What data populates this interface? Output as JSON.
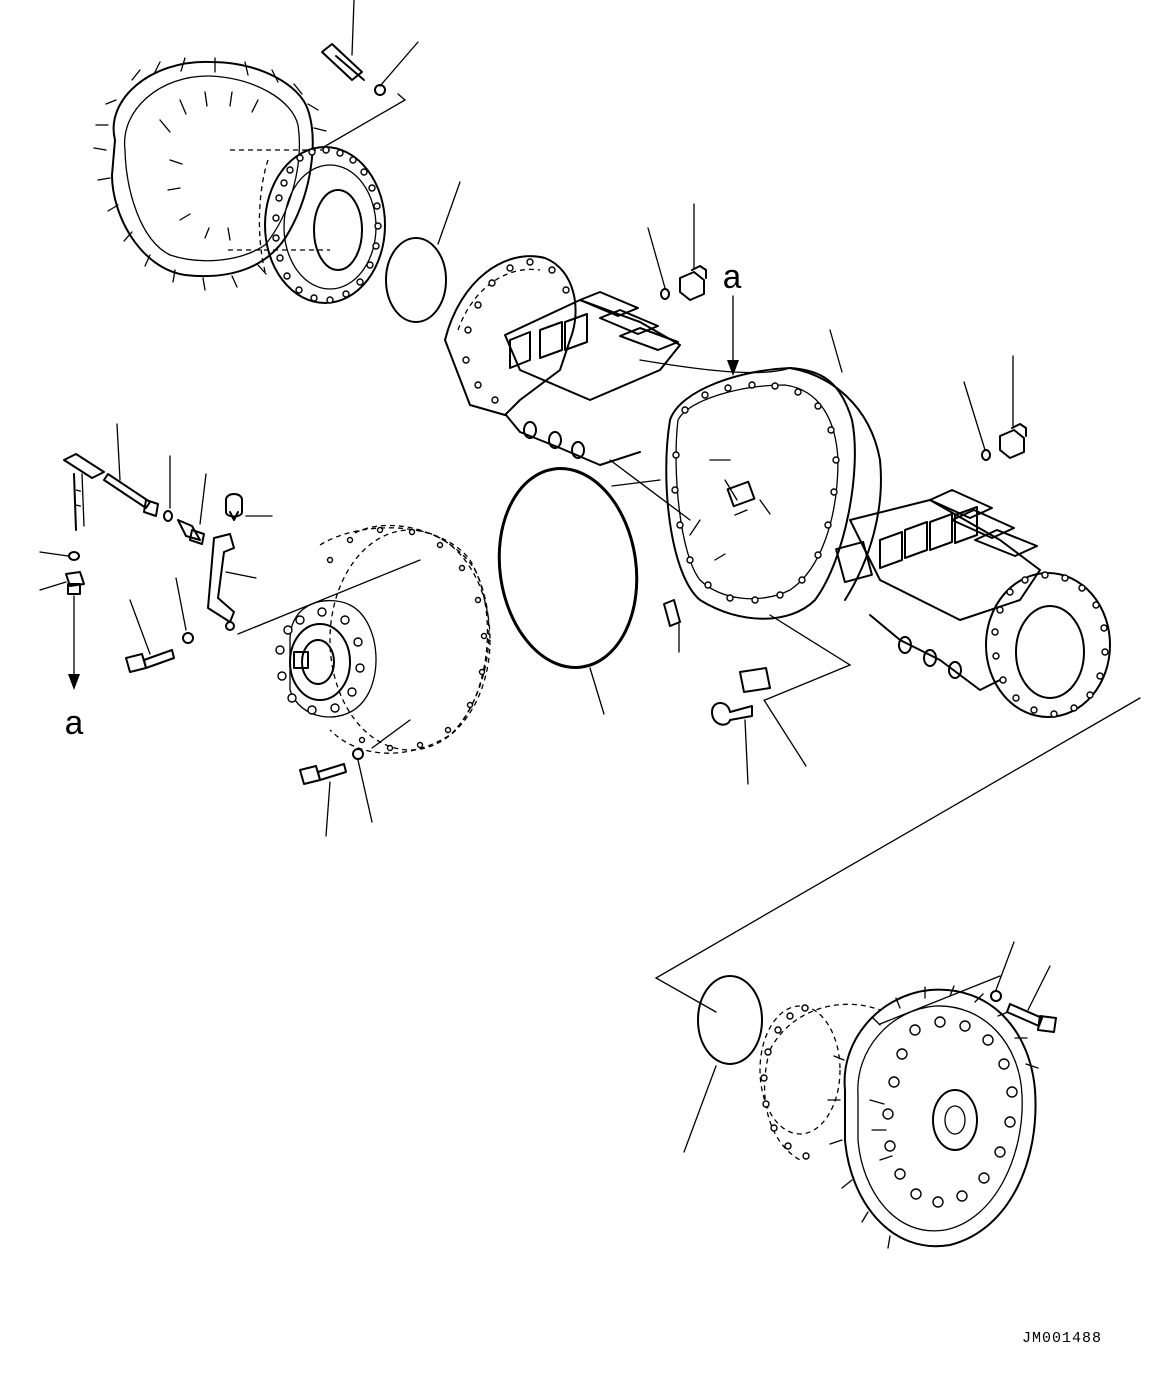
{
  "diagram": {
    "reference_labels": [
      "a",
      "a"
    ],
    "drawing_code": "JM001488"
  }
}
